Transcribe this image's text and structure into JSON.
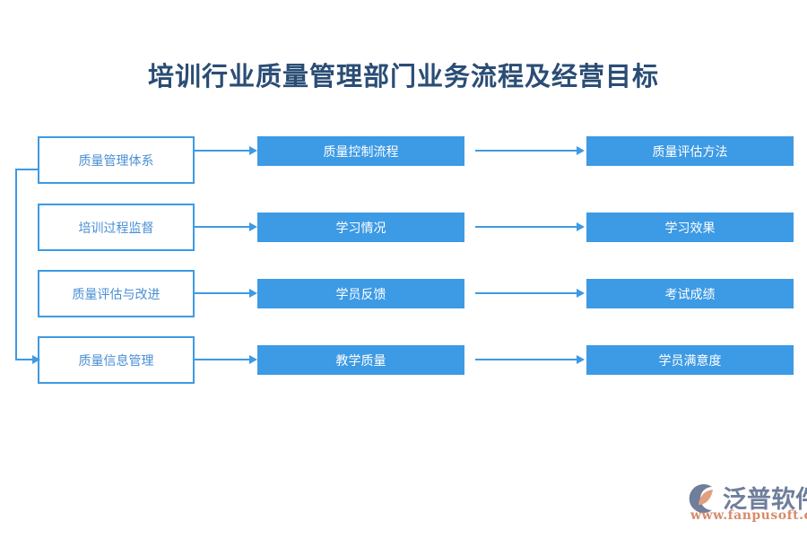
{
  "page": {
    "title": "培训行业质量管理部门业务流程及经营目标",
    "background": "#ffffff",
    "title_color": "#2a4d75",
    "accent_color": "#3d9ae4"
  },
  "diagram": {
    "type": "flowchart",
    "columns": [
      {
        "name": "stage-column",
        "style": "outlined",
        "nodes": [
          {
            "label": "质量管理体系"
          },
          {
            "label": "培训过程监督"
          },
          {
            "label": "质量评估与改进"
          },
          {
            "label": "质量信息管理"
          }
        ]
      },
      {
        "name": "process-column",
        "style": "filled",
        "nodes": [
          {
            "label": "质量控制流程"
          },
          {
            "label": "学习情况"
          },
          {
            "label": "学员反馈"
          },
          {
            "label": "教学质量"
          }
        ]
      },
      {
        "name": "outcome-column",
        "style": "filled",
        "nodes": [
          {
            "label": "质量评估方法"
          },
          {
            "label": "学习效果"
          },
          {
            "label": "考试成绩"
          },
          {
            "label": "学员满意度"
          }
        ]
      }
    ],
    "connectors": [
      {
        "name": "stage-1-to-process-1",
        "kind": "arrow-right"
      },
      {
        "name": "stage-2-to-process-2",
        "kind": "arrow-right"
      },
      {
        "name": "stage-3-to-process-3",
        "kind": "arrow-right"
      },
      {
        "name": "stage-4-to-process-4",
        "kind": "arrow-right"
      },
      {
        "name": "process-1-to-outcome-1",
        "kind": "arrow-right"
      },
      {
        "name": "process-2-to-outcome-2",
        "kind": "arrow-right"
      },
      {
        "name": "process-3-to-outcome-3",
        "kind": "arrow-right"
      },
      {
        "name": "process-4-to-outcome-4",
        "kind": "arrow-right"
      },
      {
        "name": "stage-1-feedback-to-stage-4",
        "kind": "elbow-arrow-left-loop"
      }
    ]
  },
  "logo": {
    "brand": "泛普软件",
    "url": "www.fanpusoft.com",
    "mark_color_blue": "#6f7e9b",
    "mark_color_orange": "#e0a080",
    "text_color": "#6f7e9b",
    "url_color": "#d88a6a"
  }
}
